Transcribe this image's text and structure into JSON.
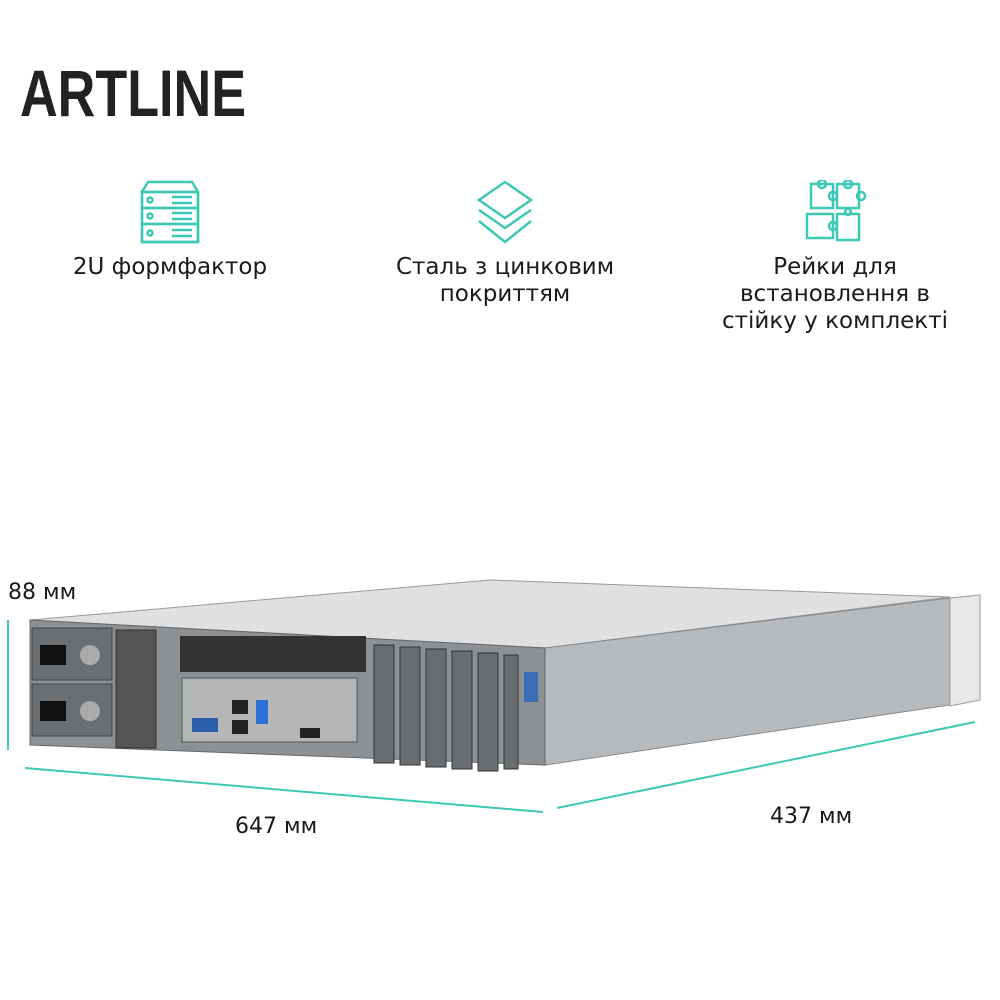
{
  "brand": {
    "logo_text": "ARTLINE"
  },
  "features": [
    {
      "icon": "server-rack-icon",
      "label": "2U формфактор"
    },
    {
      "icon": "layers-icon",
      "label_lines": [
        "Сталь з цинковим",
        "покриттям"
      ]
    },
    {
      "icon": "puzzle-icon",
      "label_lines": [
        "Рейки для",
        "встановлення в",
        "стійку у комплекті"
      ]
    }
  ],
  "dimensions": {
    "height": "88 мм",
    "width": "647 мм",
    "depth": "437 мм"
  },
  "colors": {
    "accent": "#3cc8b4",
    "text": "#1a1a1a",
    "chassis": "#c9cbcd"
  }
}
